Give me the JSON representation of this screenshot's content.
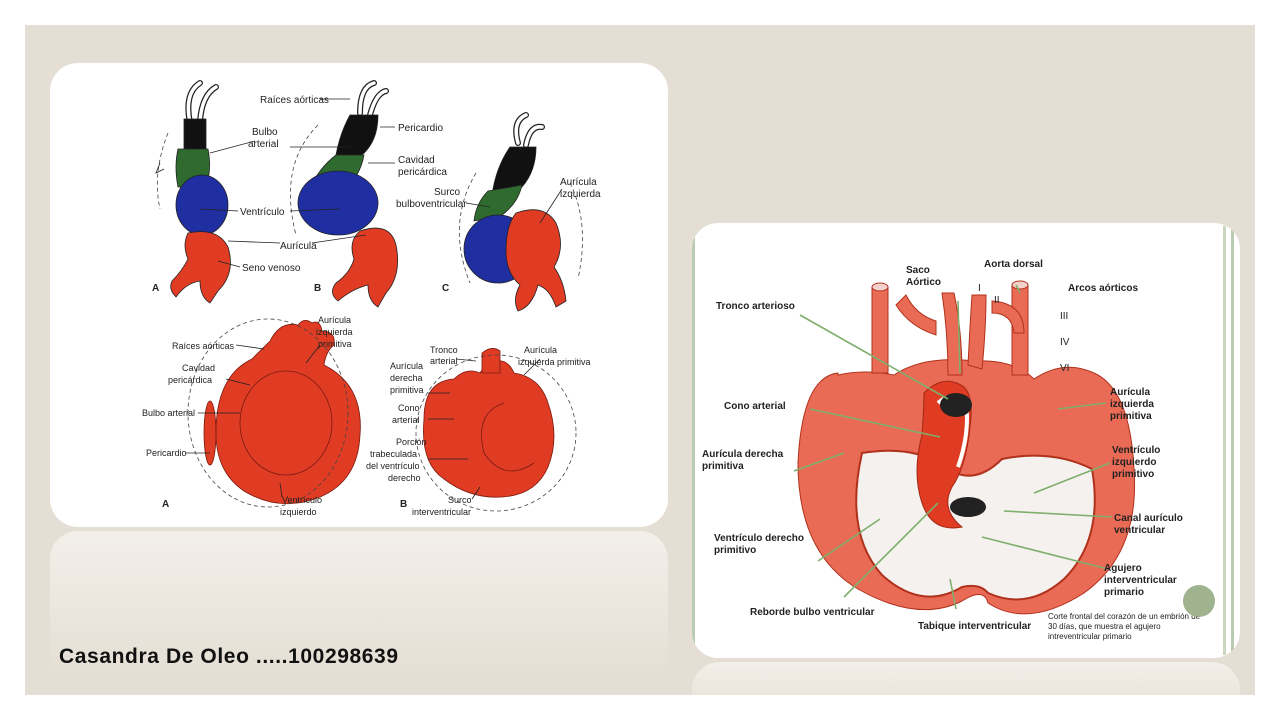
{
  "author": "Casandra De Oleo .....100298639",
  "colors": {
    "background": "#e4ded4",
    "heart_red": "#e03c24",
    "bulb_green": "#2f6b2f",
    "ventricle_blue": "#1f2ea0",
    "accent_green": "#9fb38f"
  },
  "left_figure": {
    "top_labels": {
      "raices_aorticas": "Raíces aórticas",
      "bulbo": "Bulbo",
      "arterial": "arterial",
      "pericardio": "Pericardio",
      "cavidad": "Cavidad",
      "pericardica": "pericárdica",
      "ventriculo": "Ventrículo",
      "auricula": "Aurícula",
      "seno_venoso": "Seno venoso",
      "surco": "Surco",
      "bulboventricular": "bulboventricular",
      "auricula_izq_1": "Aurícula",
      "auricula_izq_2": "izquierda",
      "letter_a": "A",
      "letter_b": "B",
      "letter_c": "C"
    },
    "bottom_labels": {
      "raices_aorticas": "Raíces aórticas",
      "cavidad": "Cavidad",
      "pericardica": "pericárdica",
      "bulbo_arterial": "Bulbo arterial",
      "pericardio": "Pericardio",
      "auricula_1": "Aurícula",
      "izquierda_1": "izquierda",
      "primitiva_1": "primitiva",
      "ventriculo": "Ventrículo",
      "izquierdo": "izquierdo",
      "letter_a": "A",
      "tronco": "Tronco",
      "arterial": "arterial",
      "auricula_2": "Aurícula",
      "derecha": "derecha",
      "primitiva_2": "primitiva",
      "cono": "Cono",
      "arterial_2": "arterial",
      "porcion": "Porción",
      "trabeculada": "trabeculada",
      "del_ventriculo": "del ventrículo",
      "derecho": "derecho",
      "auricula_3": "Aurícula",
      "izquierda_primitiva": "izquierda primitiva",
      "surco": "Surco",
      "interventricular": "interventricular",
      "letter_b": "B"
    }
  },
  "right_figure": {
    "saco_1": "Saco",
    "saco_2": "Aórtico",
    "aorta_dorsal": "Aorta dorsal",
    "arcos_aorticos": "Arcos aórticos",
    "roman_i": "I",
    "roman_ii": "II",
    "roman_iii": "III",
    "roman_iv": "IV",
    "roman_vi": "VI",
    "tronco_arterioso": "Tronco arterioso",
    "cono_arterial": "Cono arterial",
    "auricula_derecha_1": "Aurícula derecha",
    "auricula_derecha_2": "primitiva",
    "ventriculo_derecho_1": "Ventrículo derecho",
    "ventriculo_derecho_2": "primitivo",
    "reborde": "Reborde bulbo ventricular",
    "tabique": "Tabique interventricular",
    "auricula_izq_1": "Aurícula",
    "auricula_izq_2": "izquierda",
    "auricula_izq_3": "primitiva",
    "ventriculo_izq_1": "Ventrículo",
    "ventriculo_izq_2": "izquierdo",
    "ventriculo_izq_3": "primitivo",
    "canal_1": "Canal aurículo",
    "canal_2": "ventricular",
    "agujero_1": "Agujero",
    "agujero_2": "interventricular",
    "agujero_3": "primario",
    "caption_1": "Corte frontal del corazón de un embrión de",
    "caption_2": "30 días, que muestra el agujero",
    "caption_3": "intreventricular primario"
  }
}
